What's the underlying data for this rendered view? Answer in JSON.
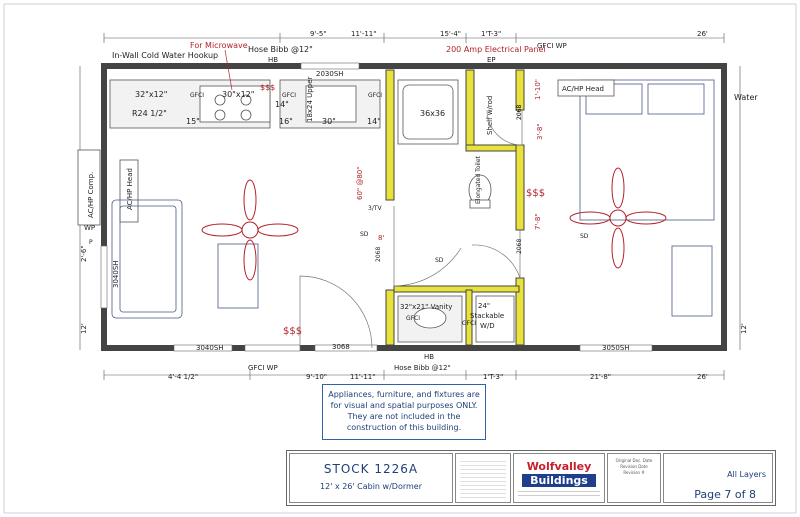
{
  "labels": {
    "cold_water": "In-Wall Cold Water Hookup",
    "microwave": "For Microwave",
    "hose_bibb_top": "Hose Bibb @12\"",
    "hb_top": "HB",
    "panel": "200 Amp Electrical Panel",
    "ep": "EP",
    "gfci_wp_top": "GFCI WP",
    "water": "Water",
    "cab1": "32\"x12\"",
    "cab2": "30\"x12\"",
    "gfci1": "GFCI",
    "gfci2": "GFCI",
    "gfci3": "GFCI",
    "r24": "R24 1/2\"",
    "w15": "15\"",
    "w14a": "14\"",
    "w16": "16\"",
    "w30": "30\"",
    "w14b": "14\"",
    "window_top": "2030SH",
    "fridge": "18x24 Upper",
    "shower": "36x36",
    "shelf": "Shelf w/rod",
    "door2068a": "2068",
    "door2068b": "2068",
    "door2068c": "2068",
    "door2068d": "2068",
    "ac_head_bed": "AC/HP Head",
    "ac_head_left": "AC/HP Head",
    "ac_comp": "AC/HP Comp.",
    "toilet": "Elongated Toilet",
    "fan": "60\" @80\"",
    "tv": "3/TV",
    "sd1": "SD",
    "sd2": "SD",
    "sd3": "SD",
    "vanity": "32\"x21\" Vanity",
    "gfci_vanity": "GFCI",
    "stack_24": "24\"",
    "stack": "Stackable",
    "wd": "W/D",
    "gfci_wd": "GFCI",
    "wp_left": "WP",
    "p_left": "P",
    "window_left": "3040SH",
    "window_bottom1": "3040SH",
    "door_front": "3068",
    "hb_bottom": "HB",
    "hose_bibb_bottom": "Hose Bibb @12\"",
    "window_bottom2": "3050SH",
    "gfci_wp_bottom": "GFCI WP",
    "dim_8": "8'",
    "dim_3_8": "3'-8\"",
    "dim_7_8": "7'-8\"",
    "dim_1_10": "1'-10\"",
    "money1": "$$$",
    "money2": "$$$",
    "money3": "$$$"
  },
  "dims": {
    "top_left": "9'-5\"",
    "top_mid1": "11'-11\"",
    "top_mid2": "15'-4\"",
    "top_mid3": "1'T-3\"",
    "top_right": "26'",
    "bot_left": "4'-4 1/2\"",
    "bot_mid1": "9'-10\"",
    "bot_mid2": "11'-11\"",
    "bot_mid3": "1'T-3\"",
    "bot_mid4": "21'-8\"",
    "bot_right": "26'",
    "left_side": "2'-6\"",
    "left_12": "12'",
    "right_12": "12'"
  },
  "notes": {
    "line1": "Appliances, furniture, and fixtures are",
    "line2": "for visual and spatial purposes ONLY.",
    "line3": "They are not included in the",
    "line4": "construction of this building."
  },
  "title_block": {
    "stock": "STOCK 1226A",
    "desc": "12' x 26' Cabin w/Dormer",
    "logo_top": "Wolfvalley",
    "logo_bottom": "Buildings",
    "dates": "Original Doc. Date Revision Date Revision #",
    "layers": "All Layers",
    "page": "Page  7 of 8"
  },
  "colors": {
    "wall": "#444444",
    "accent_yellow": "#e8e23a",
    "red_text": "#b2222a",
    "blue_text": "#1e3f7a"
  }
}
